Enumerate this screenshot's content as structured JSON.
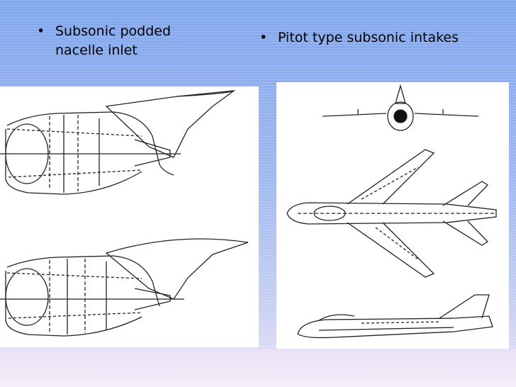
{
  "slide": {
    "left_bullet": "Subsonic podded nacelle inlet",
    "right_bullet": "Pitot type subsonic intakes",
    "bullet_symbol": "•"
  },
  "figures": {
    "left": "nacelle-inlet-drawings",
    "right": "aircraft-three-view-drawing"
  }
}
